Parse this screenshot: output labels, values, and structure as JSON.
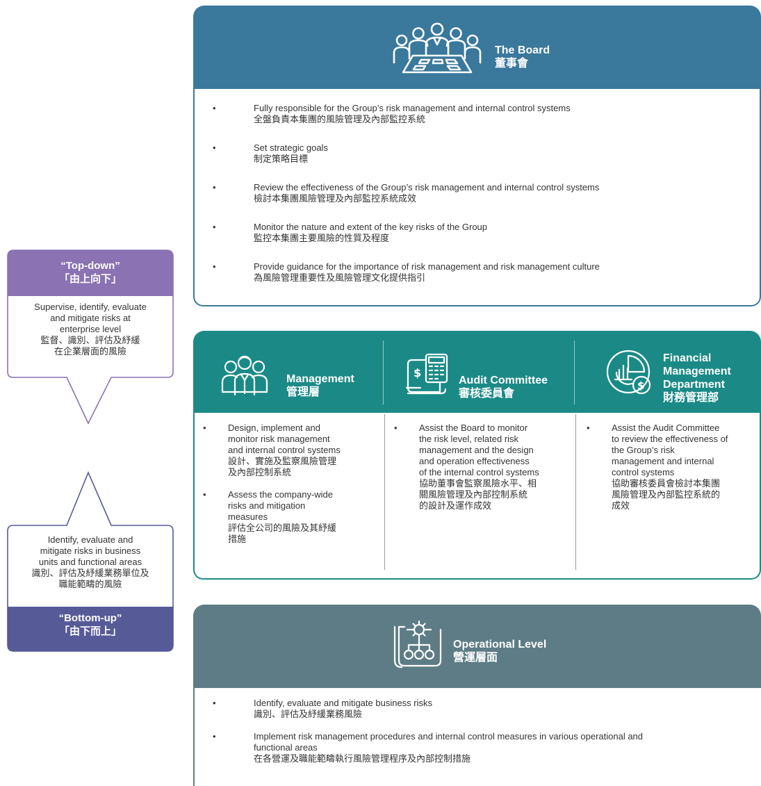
{
  "board": {
    "title_en": "The Board",
    "title_zh": "董事會",
    "bullet": "•",
    "items": [
      {
        "en": "Fully responsible for the Group’s risk management and internal control systems",
        "zh": "全盤負責本集團的風險管理及內部監控系統"
      },
      {
        "en": "Set strategic goals",
        "zh": "制定策略目標"
      },
      {
        "en": "Review the effectiveness of the Group’s risk management and internal control systems",
        "zh": "檢討本集團風險管理及內部監控系統成效"
      },
      {
        "en": "Monitor the nature and extent of the key risks of the Group",
        "zh": "監控本集團主要風險的性質及程度"
      },
      {
        "en": "Provide guidance for the importance of risk management and risk management culture",
        "zh": "為風險管理重要性及風險管理文化提供指引"
      }
    ]
  },
  "management_row": {
    "management": {
      "title_en": "Management",
      "title_zh": "管理層",
      "items": [
        {
          "en_lines": [
            "Design, implement and",
            "monitor risk management",
            "and internal control systems"
          ],
          "zh_lines": [
            "設計、實施及監察風險管理",
            "及內部控制系統"
          ]
        },
        {
          "en_lines": [
            "Assess the company-wide",
            "risks and mitigation",
            "measures"
          ],
          "zh_lines": [
            "評估全公司的風險及其紓緩",
            "措施"
          ]
        }
      ]
    },
    "audit": {
      "title_en": "Audit Committee",
      "title_zh": "審核委員會",
      "items": [
        {
          "en_lines": [
            "Assist the Board to monitor",
            "the risk level, related risk",
            "management and the design",
            "and operation effectiveness",
            "of the internal control systems"
          ],
          "zh_lines": [
            "協助董事會監察風險水平、相",
            "關風險管理及內部控制系統",
            "的設計及運作成效"
          ]
        }
      ]
    },
    "finance": {
      "title_en_lines": [
        "Financial",
        "Management",
        "Department"
      ],
      "title_zh": "財務管理部",
      "items": [
        {
          "en_lines": [
            "Assist the Audit Committee",
            "to review the effectiveness of",
            "the Group’s risk",
            "management and internal",
            "control systems"
          ],
          "zh_lines": [
            "協助審核委員會檢討本集團",
            "風險管理及內部監控系統的",
            "成效"
          ]
        }
      ]
    }
  },
  "operational": {
    "title_en": "Operational Level",
    "title_zh": "營運層面",
    "items": [
      {
        "en_lines": [
          "Identify, evaluate and mitigate business risks"
        ],
        "zh_lines": [
          "識別、評估及紓緩業務風險"
        ]
      },
      {
        "en_lines": [
          "Implement risk management procedures and internal control measures in various operational and",
          "functional areas"
        ],
        "zh_lines": [
          "在各營運及職能範疇執行風險管理程序及內部控制措施"
        ]
      }
    ]
  },
  "top_down": {
    "title_en": "“Top-down”",
    "title_zh": "「由上向下」",
    "text_lines": [
      "Supervise, identify, evaluate",
      "and mitigate risks at",
      "enterprise level",
      "監督、識別、評估及紓緩",
      "在企業層面的風險"
    ]
  },
  "bottom_up": {
    "title_en": "“Bottom-up”",
    "title_zh": "「由下而上」",
    "text_lines": [
      "Identify, evaluate and",
      "mitigate risks in business",
      "units and functional areas",
      "識別、評估及紓緩業務單位及",
      "職能範疇的風險"
    ]
  },
  "colors": {
    "board": "#3a789c",
    "management": "#1b8a87",
    "operational": "#5e7c86",
    "top_down": "#8a72b3",
    "bottom_up": "#565a97"
  }
}
